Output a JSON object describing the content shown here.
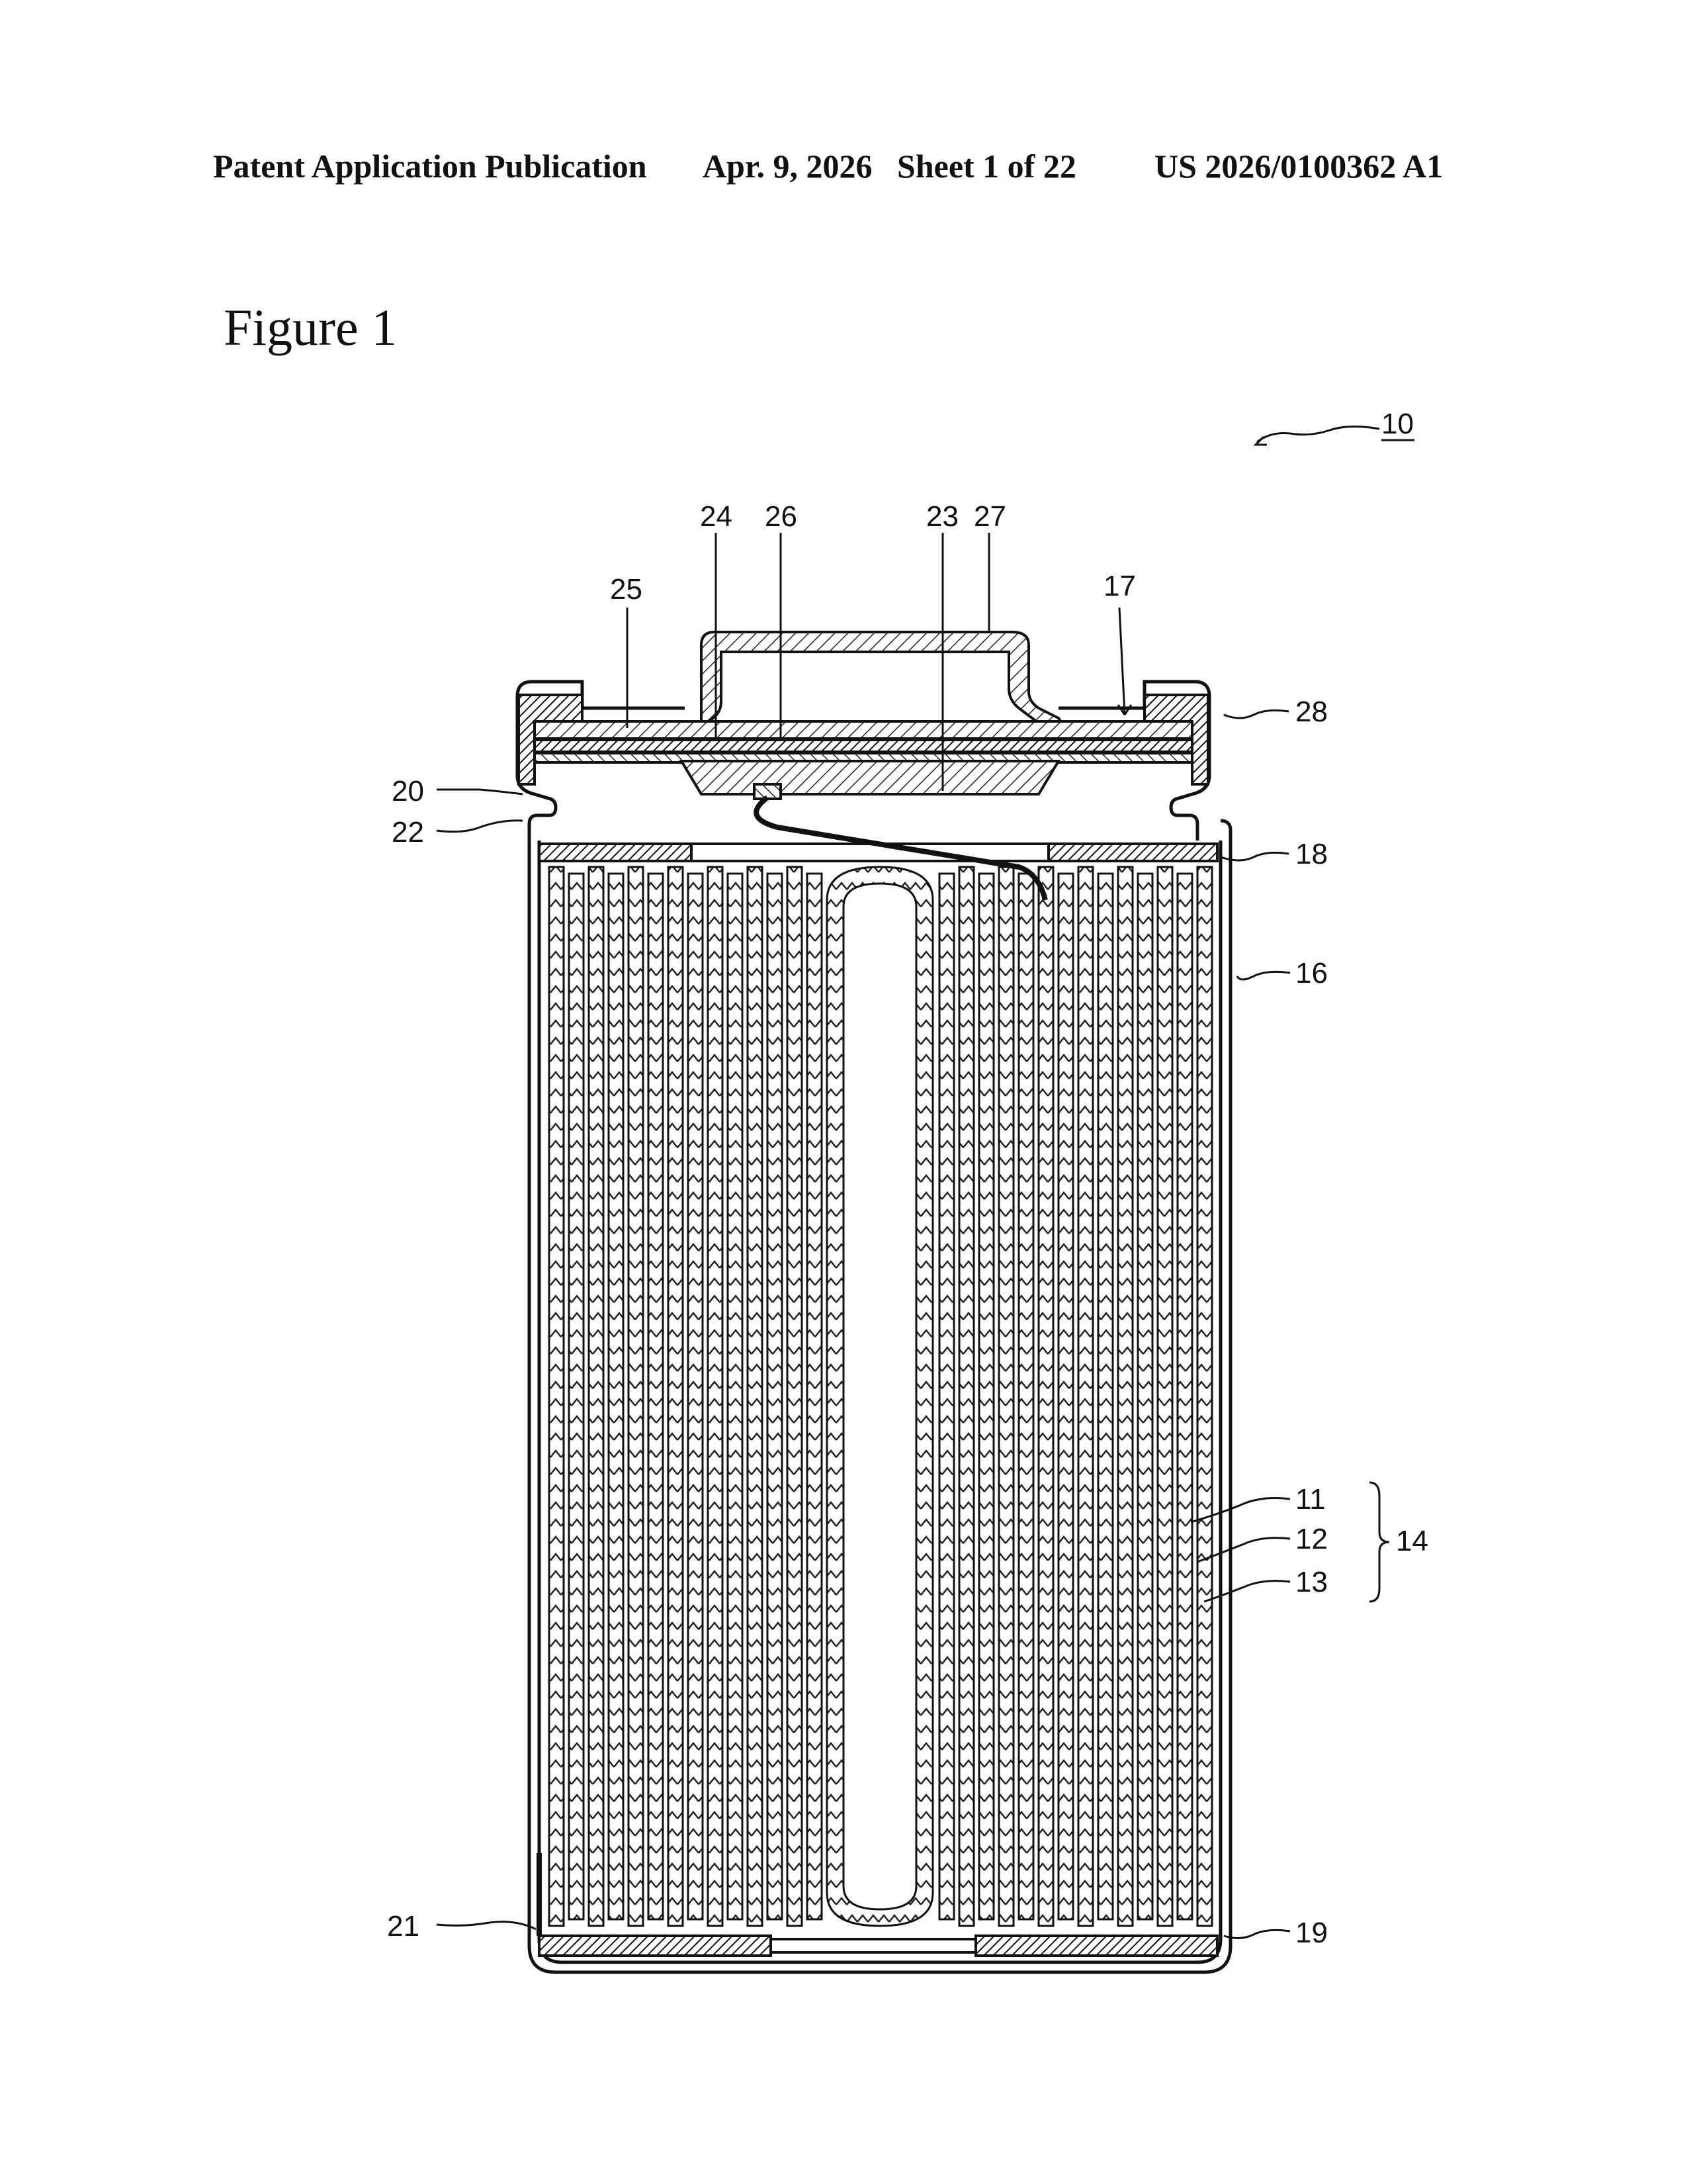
{
  "header": {
    "publication": "Patent Application Publication",
    "date_sheet": "Apr. 9, 2026   Sheet 1 of 22",
    "number": "US 2026/0100362 A1"
  },
  "figure": {
    "title": "Figure 1",
    "labels": {
      "l10": "10",
      "l11": "11",
      "l12": "12",
      "l13": "13",
      "l14": "14",
      "l16": "16",
      "l17": "17",
      "l18": "18",
      "l19": "19",
      "l20": "20",
      "l21": "21",
      "l22": "22",
      "l23": "23",
      "l24": "24",
      "l25": "25",
      "l26": "26",
      "l27": "27",
      "l28": "28"
    }
  }
}
